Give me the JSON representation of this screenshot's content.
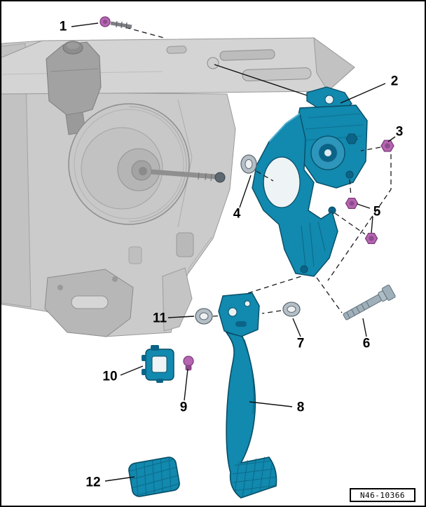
{
  "figure": {
    "ref_code": "N46-10366"
  },
  "callouts": [
    {
      "label": "1"
    },
    {
      "label": "2"
    },
    {
      "label": "3"
    },
    {
      "label": "4"
    },
    {
      "label": "5"
    },
    {
      "label": "6"
    },
    {
      "label": "7"
    },
    {
      "label": "8"
    },
    {
      "label": "9"
    },
    {
      "label": "10"
    },
    {
      "label": "11"
    },
    {
      "label": "12"
    }
  ],
  "colors": {
    "part_accent": "#1289ae",
    "part_accent_dark": "#0b6488",
    "part_outline": "#084d66",
    "fastener_accent": "#b565b2",
    "fastener_outline": "#7d3d7b",
    "structure_gray": "#c9c9c9"
  }
}
